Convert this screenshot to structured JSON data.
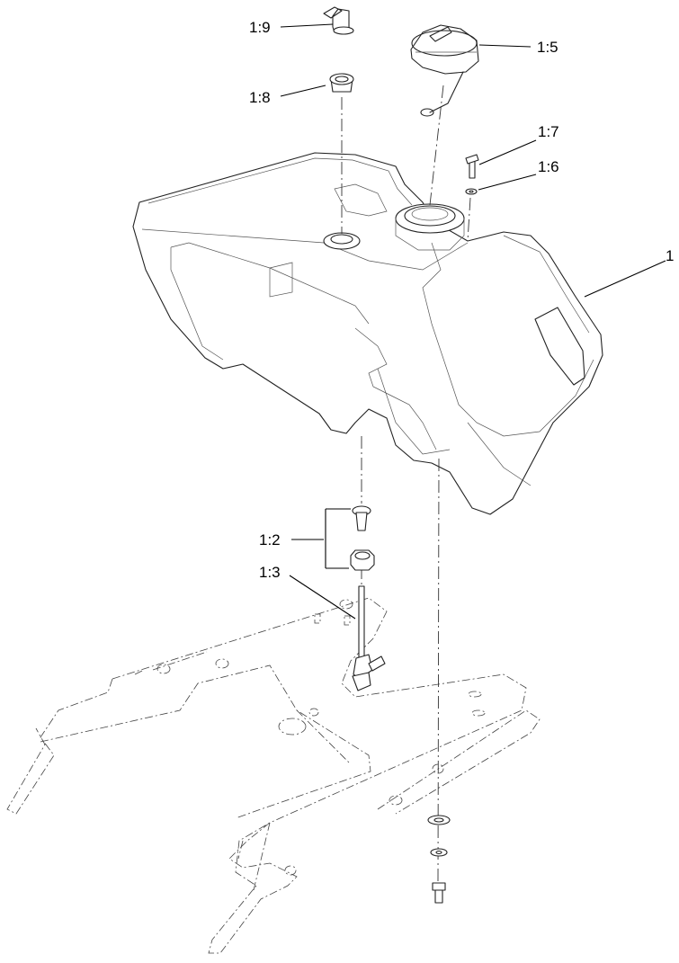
{
  "diagram": {
    "callouts": [
      {
        "id": "1",
        "text": "1"
      },
      {
        "id": "1-2",
        "text": "1:2"
      },
      {
        "id": "1-3",
        "text": "1:3"
      },
      {
        "id": "1-5",
        "text": "1:5"
      },
      {
        "id": "1-6",
        "text": "1:6"
      },
      {
        "id": "1-7",
        "text": "1:7"
      },
      {
        "id": "1-8",
        "text": "1:8"
      },
      {
        "id": "1-9",
        "text": "1:9"
      }
    ]
  }
}
